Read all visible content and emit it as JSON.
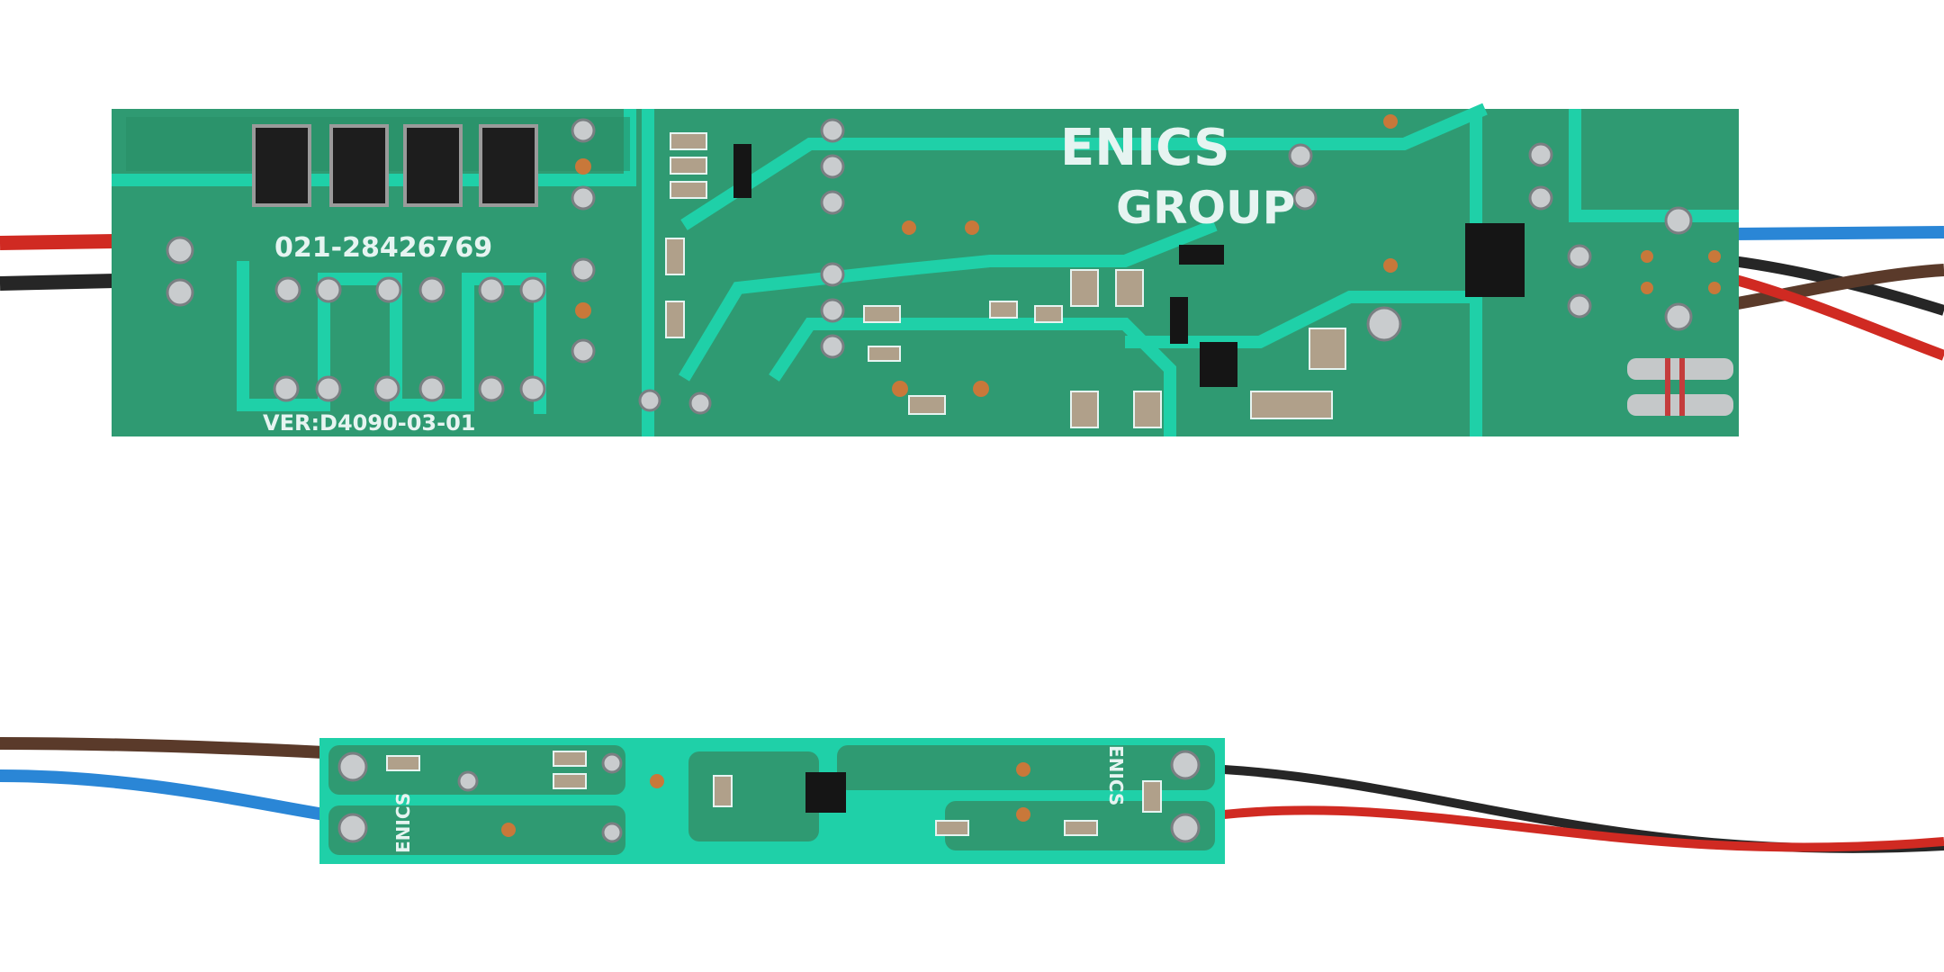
{
  "colors": {
    "background": "#ffffff",
    "pcb": "#2f9a72",
    "trace": "#1fd0a8",
    "silkscreen": "#e6f4f1",
    "wire_red": "#d02a22",
    "wire_black": "#262626",
    "wire_blue": "#2a86d6",
    "wire_brown": "#5a3a2a"
  },
  "board_large": {
    "brand_line1": "ENICS",
    "brand_line2": "GROUP",
    "phone": "021-28426769",
    "version": "VER:D4090-03-01"
  },
  "board_small": {
    "brand_left": "ENICS",
    "brand_right": "ENICS"
  }
}
